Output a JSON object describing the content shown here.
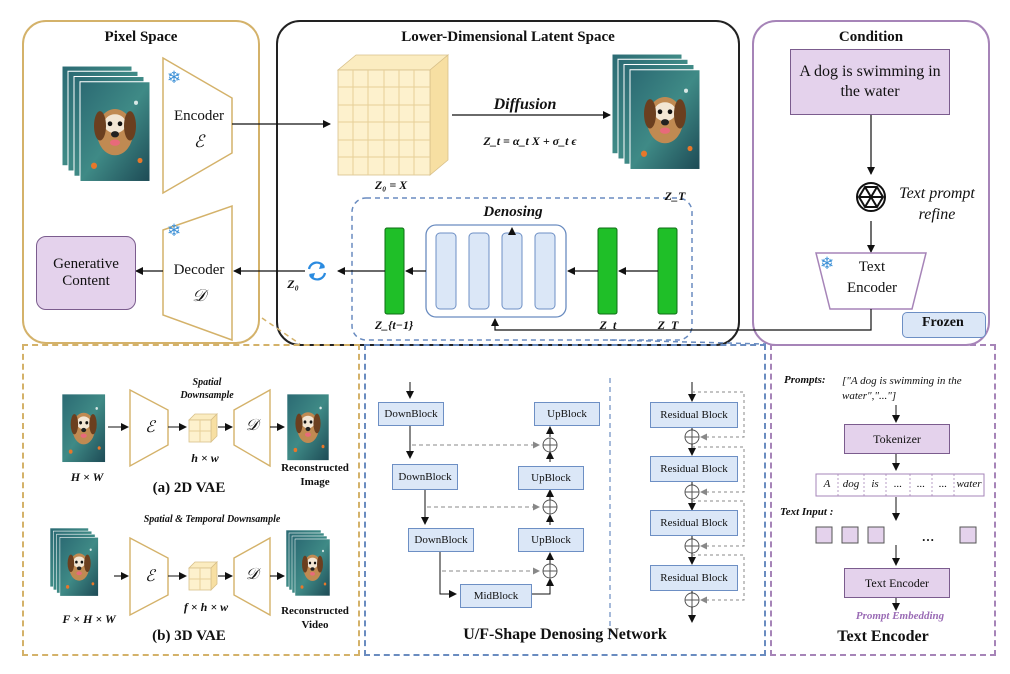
{
  "panels": {
    "pixel_space": "Pixel Space",
    "latent_space": "Lower-Dimensional Latent Space",
    "condition": "Condition"
  },
  "pixel": {
    "encoder": "Encoder",
    "encoder_sym": "ℰ",
    "decoder": "Decoder",
    "decoder_sym": "𝒟",
    "generative_content": "Generative Content"
  },
  "latent": {
    "diffusion": "Diffusion",
    "equation": "Z_t = α_t X + σ_t ϵ",
    "z0x": "Z₀ = X",
    "zT_top": "Z_T",
    "denoising": "Denosing",
    "z0": "Z₀",
    "zt1": "Z_{t−1}",
    "zt": "Z_t",
    "zT": "Z_T"
  },
  "condition": {
    "prompt": "A dog is swimming in the water",
    "refine": "Text prompt refine",
    "text_encoder": "Text Encoder",
    "frozen": "Frozen"
  },
  "vae": {
    "spatial": "Spatial Downsample",
    "hw": "h × w",
    "HW": "H × W",
    "recon_image": "Reconstructed Image",
    "label_2d": "(a) 2D VAE",
    "spatial_temporal": "Spatial & Temporal Downsample",
    "fhw": "f × h × w",
    "FHW": "F × H × W",
    "recon_video": "Reconstructed Video",
    "label_3d": "(b) 3D VAE",
    "enc_sym": "ℰ",
    "dec_sym": "𝒟"
  },
  "unet": {
    "down1": "DownBlock",
    "down2": "DownBlock",
    "down3": "DownBlock",
    "mid": "MidBlock",
    "up1": "UpBlock",
    "up2": "UpBlock",
    "up3": "UpBlock",
    "res1": "Residual Block",
    "res2": "Residual Block",
    "res3": "Residual Block",
    "res4": "Residual Block",
    "title": "U/F-Shape Denosing Network"
  },
  "text_encoder": {
    "prompts_label": "Prompts:",
    "prompts_value": "[\"A dog is swimming in the water\",\"...\"]",
    "tokenizer": "Tokenizer",
    "tokens": [
      "A",
      "dog",
      "is",
      "...",
      "...",
      "...",
      "water"
    ],
    "text_input": "Text Input :",
    "dots": "...",
    "encoder": "Text Encoder",
    "embedding": "Prompt Embedding",
    "title": "Text Encoder"
  }
}
